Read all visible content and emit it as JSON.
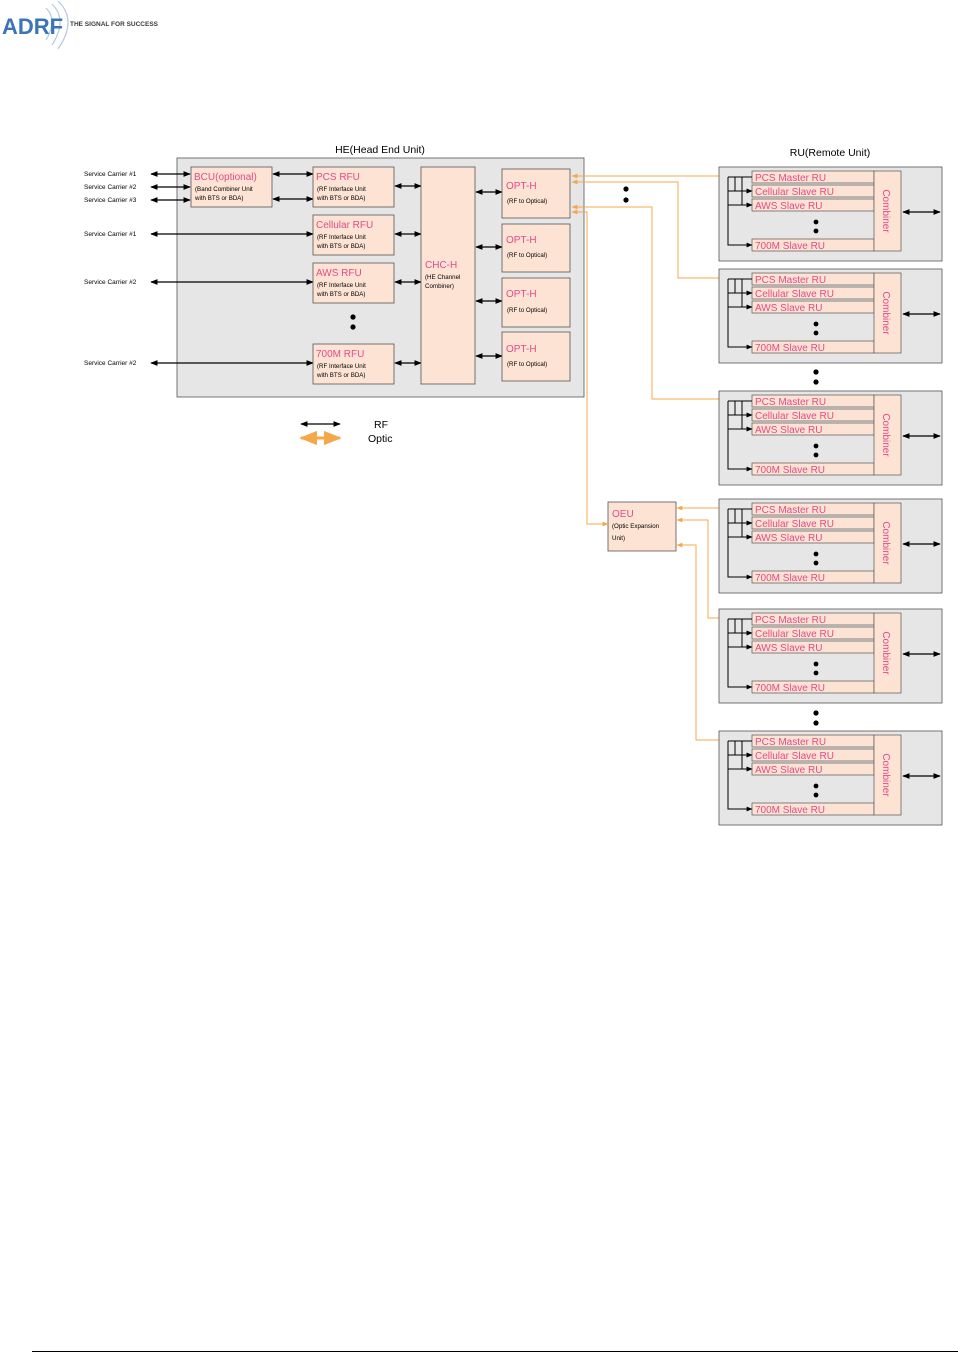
{
  "header": {
    "logo_text": "ADRF",
    "tagline": "THE SIGNAL FOR SUCCESS"
  },
  "colors": {
    "module_fill": "#fde3d4",
    "module_text": "#e34a8a",
    "panel_fill": "#e6e6e6",
    "optic_line": "#f5a84a",
    "rf_line": "#000000",
    "logo_blue": "#3b74b8"
  },
  "diagram": {
    "he_title": "HE(Head End Unit)",
    "ru_title": "RU(Remote Unit)",
    "carriers": [
      "Service Carrier #1",
      "Service Carrier #2",
      "Service Carrier #3",
      "Service Carrier #1",
      "Service Carrier #2",
      "Service Carrier #2"
    ],
    "bcu": {
      "title": "BCU(optional)",
      "desc1": "(Band Combiner Unit",
      "desc2": "with BTS or BDA)"
    },
    "rfus": [
      {
        "title": "PCS RFU",
        "desc1": "(RF Interface Unit",
        "desc2": "with BTS or BDA)"
      },
      {
        "title": "Cellular RFU",
        "desc1": "(RF Interface Unit",
        "desc2": "with BTS or BDA)"
      },
      {
        "title": "AWS RFU",
        "desc1": "(RF Interface Unit",
        "desc2": "with BTS or BDA)"
      },
      {
        "title": "700M RFU",
        "desc1": "(RF Interface Unit",
        "desc2": "with BTS or BDA)"
      }
    ],
    "chc": {
      "title": "CHC-H",
      "desc1": "(HE Channel",
      "desc2": "Combiner)"
    },
    "opts": [
      {
        "title": "OPT-H",
        "desc": "(RF to Optical)"
      },
      {
        "title": "OPT-H",
        "desc": "(RF to Optical)"
      },
      {
        "title": "OPT-H",
        "desc": "(RF to Optical)"
      },
      {
        "title": "OPT-H",
        "desc": "(RF to Optical)"
      }
    ],
    "oeu": {
      "title": "OEU",
      "desc1": "(Optic Expansion",
      "desc2": "Unit)"
    },
    "ru_units": [
      "PCS Master RU",
      "Cellular Slave RU",
      "AWS Slave RU",
      "700M Slave RU"
    ],
    "combiner": "Combiner",
    "legend": {
      "rf": "RF",
      "optic": "Optic"
    }
  }
}
